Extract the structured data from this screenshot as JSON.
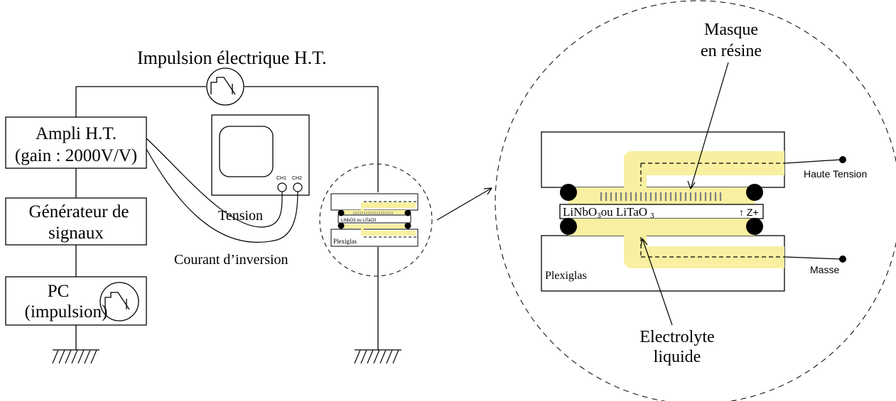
{
  "title": "Impulsion électrique H.T.",
  "ampli": {
    "line1": "Ampli H.T.",
    "line2": "(gain : 2000V/V)"
  },
  "generator": {
    "line1": "Générateur de",
    "line2": "signaux"
  },
  "pc": {
    "line1": "PC",
    "line2": "(impulsion)"
  },
  "scope": {
    "ch1": "CH1",
    "ch2": "CH2"
  },
  "labels": {
    "tension": "Tension",
    "courant": "Courant d’inversion"
  },
  "small_cell": {
    "crystal": "LiNbO3 ou LiTaO3",
    "plexiglas": "Plexiglas"
  },
  "zoom": {
    "masque_line1": "Masque",
    "masque_line2": "en résine",
    "crystal_a": "LiNbO",
    "crystal_sub_a": "3",
    "crystal_b": "ou LiTaO",
    "crystal_sub_b": "3",
    "axis": "↑ Z+",
    "haute_tension": "Haute Tension",
    "masse": "Masse",
    "plexiglas": "Plexiglas",
    "electrolyte_line1": "Electrolyte",
    "electrolyte_line2": "liquide"
  },
  "colors": {
    "electrolyte": "#f8f0a0",
    "line": "#000000",
    "mask": "#808080"
  }
}
